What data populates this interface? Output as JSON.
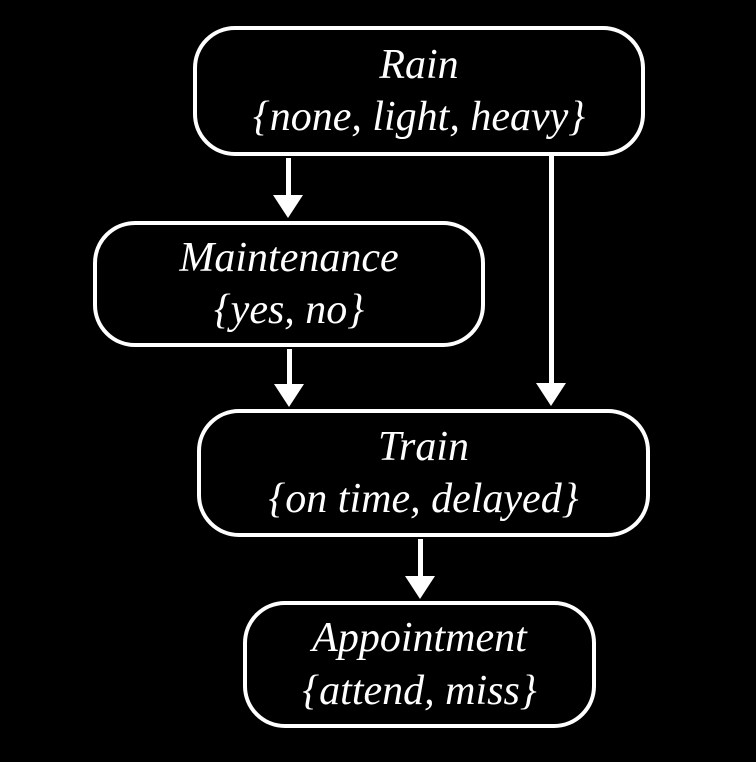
{
  "diagram": {
    "type": "bayesian-network",
    "colors": {
      "background": "#000000",
      "node_border": "#ffffff",
      "text": "#ffffff",
      "arrow": "#ffffff"
    },
    "nodes": {
      "rain": {
        "label": "Rain",
        "domain": "{none, light, heavy}"
      },
      "maintenance": {
        "label": "Maintenance",
        "domain": "{yes, no}"
      },
      "train": {
        "label": "Train",
        "domain": "{on time, delayed}"
      },
      "appointment": {
        "label": "Appointment",
        "domain": "{attend, miss}"
      }
    },
    "edges": [
      {
        "from": "Rain",
        "to": "Maintenance"
      },
      {
        "from": "Rain",
        "to": "Train"
      },
      {
        "from": "Maintenance",
        "to": "Train"
      },
      {
        "from": "Train",
        "to": "Appointment"
      }
    ]
  }
}
